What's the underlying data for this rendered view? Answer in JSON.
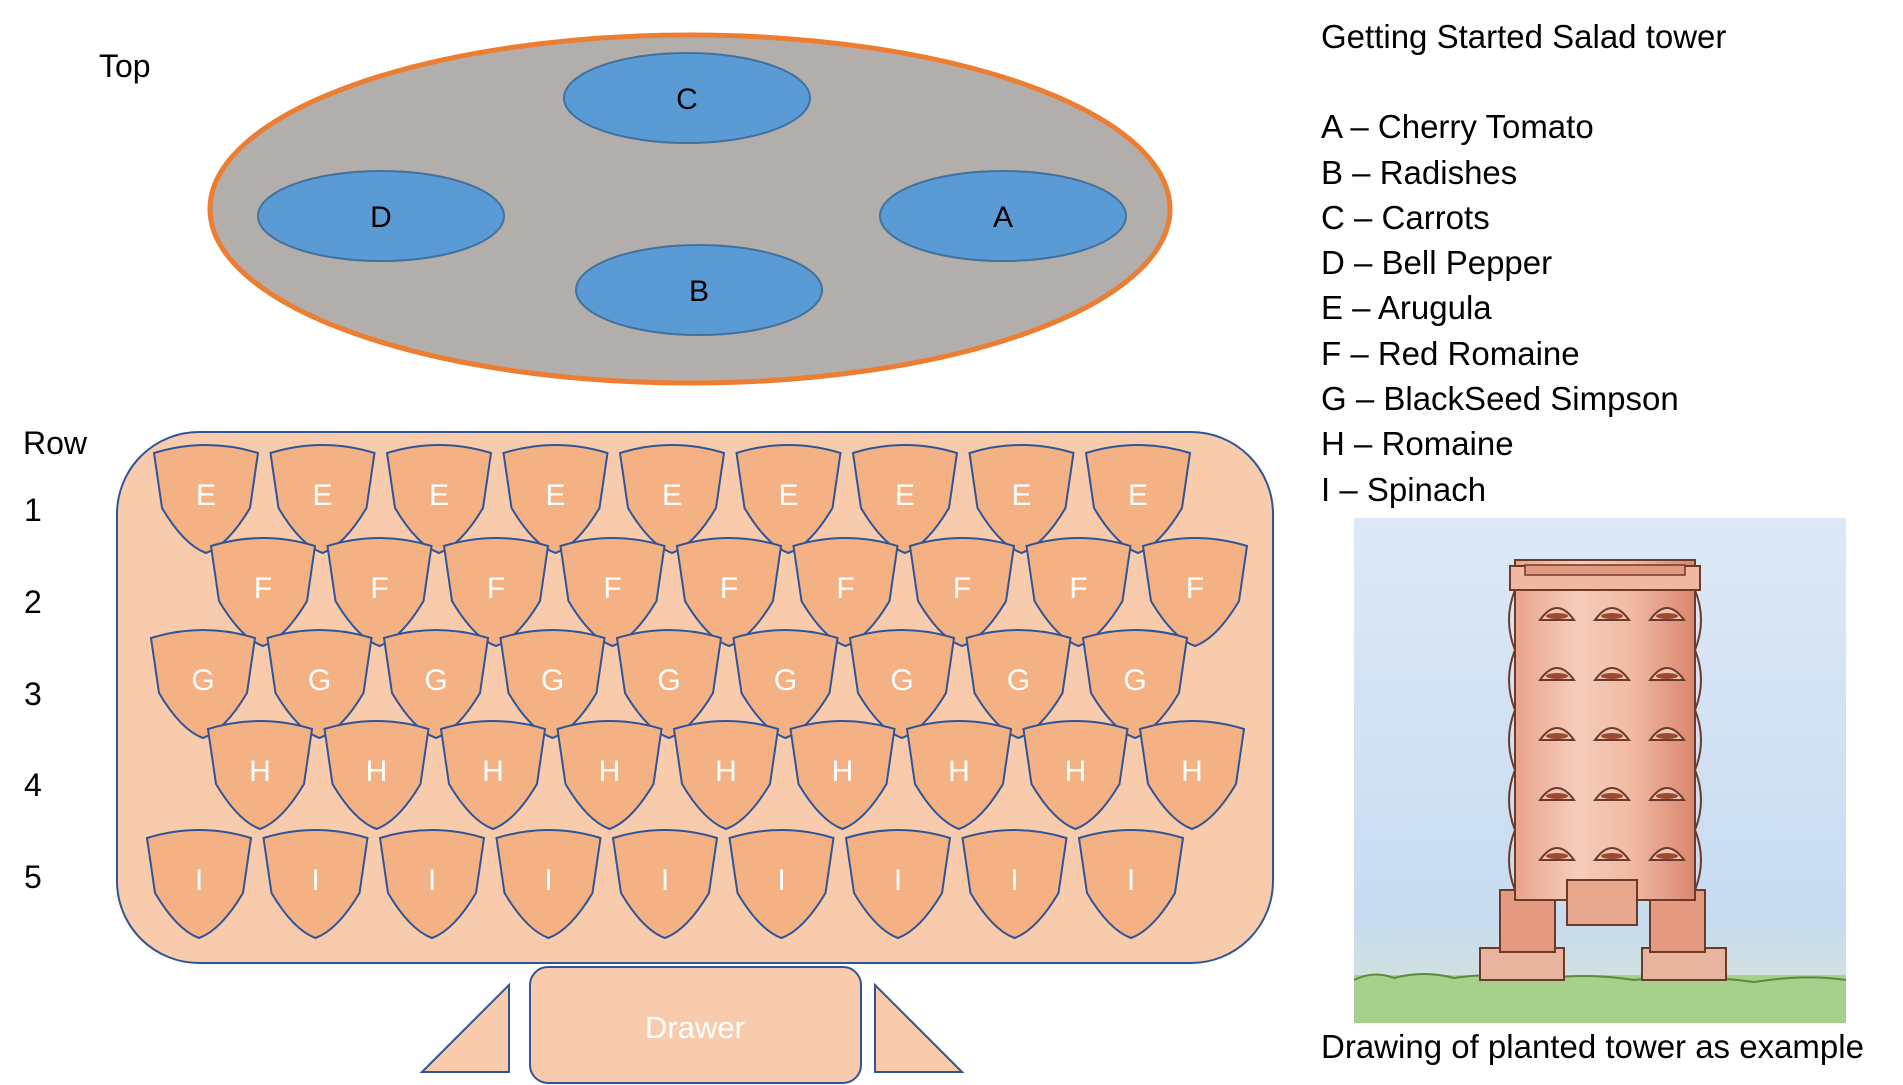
{
  "top_label": "Top",
  "top_positions": [
    {
      "id": "C",
      "label": "C"
    },
    {
      "id": "D",
      "label": "D"
    },
    {
      "id": "A",
      "label": "A"
    },
    {
      "id": "B",
      "label": "B"
    }
  ],
  "row_header": "Row",
  "rows": [
    {
      "number": "1",
      "label": "E",
      "count": 9
    },
    {
      "number": "2",
      "label": "F",
      "count": 9
    },
    {
      "number": "3",
      "label": "G",
      "count": 9
    },
    {
      "number": "4",
      "label": "H",
      "count": 9
    },
    {
      "number": "5",
      "label": "I",
      "count": 9
    }
  ],
  "drawer_label": "Drawer",
  "legend": {
    "title": "Getting Started Salad tower",
    "items": [
      "A – Cherry Tomato",
      "B – Radishes",
      "C – Carrots",
      "D – Bell Pepper",
      "E – Arugula",
      "F – Red Romaine",
      "G – BlackSeed Simpson",
      "H – Romaine",
      "I – Spinach"
    ]
  },
  "caption": "Drawing of planted tower as example",
  "colors": {
    "top_fill": "#b1aeac",
    "top_stroke": "#ed7d31",
    "slot_fill": "#5b9bd5",
    "slot_stroke": "#41719c",
    "tower_fill": "#f8cbad",
    "pocket_fill": "#f4b183",
    "pocket_stroke": "#2f5597",
    "pocket_text": "#ffffff"
  }
}
